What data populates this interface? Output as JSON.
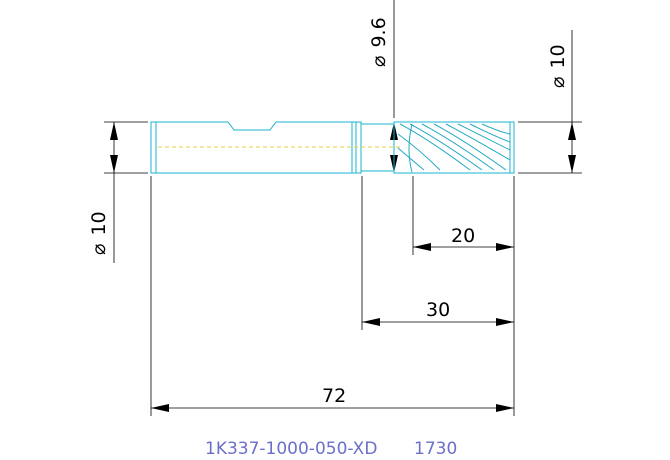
{
  "drawing": {
    "part_number": "1K337-1000-050-XD",
    "part_code": "1730",
    "dimensions": {
      "shank_diameter": "10",
      "cutting_diameter": "10",
      "neck_diameter": "9.6",
      "flute_length": "20",
      "reach_length": "30",
      "overall_length": "72"
    },
    "diameter_symbol": "⌀"
  },
  "colors": {
    "tool_outline": "#19b6cf",
    "centerline": "#e6d24a",
    "dimension": "#000000",
    "title": "#6a70c8"
  }
}
